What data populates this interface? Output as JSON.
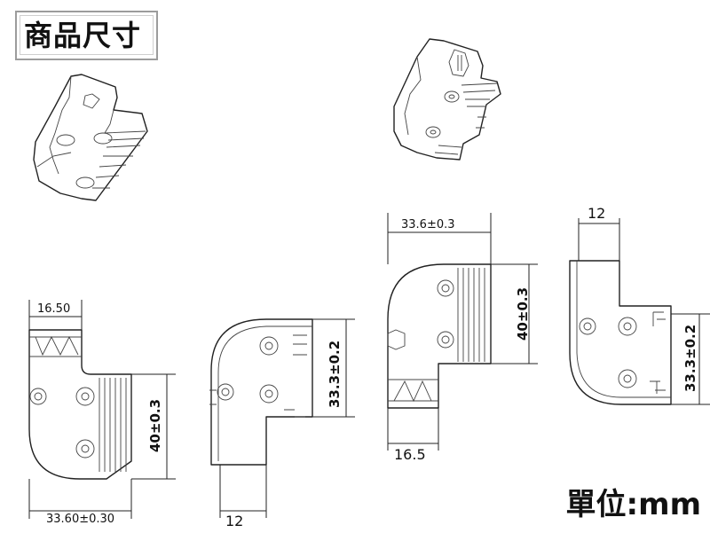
{
  "title": "商品尺寸",
  "unit": "單位:mm",
  "views": {
    "a": {
      "width_label": "16.50",
      "height_label": "40±0.3",
      "bottom_label": "33.60±0.30"
    },
    "b": {
      "height_label": "33.3±0.2",
      "bottom_label": "12"
    },
    "c": {
      "top_label": "33.6±0.3",
      "height_label": "40±0.3",
      "bottom_label": "16.5"
    },
    "d": {
      "top_label": "12",
      "height_label": "33.3±0.2"
    }
  }
}
